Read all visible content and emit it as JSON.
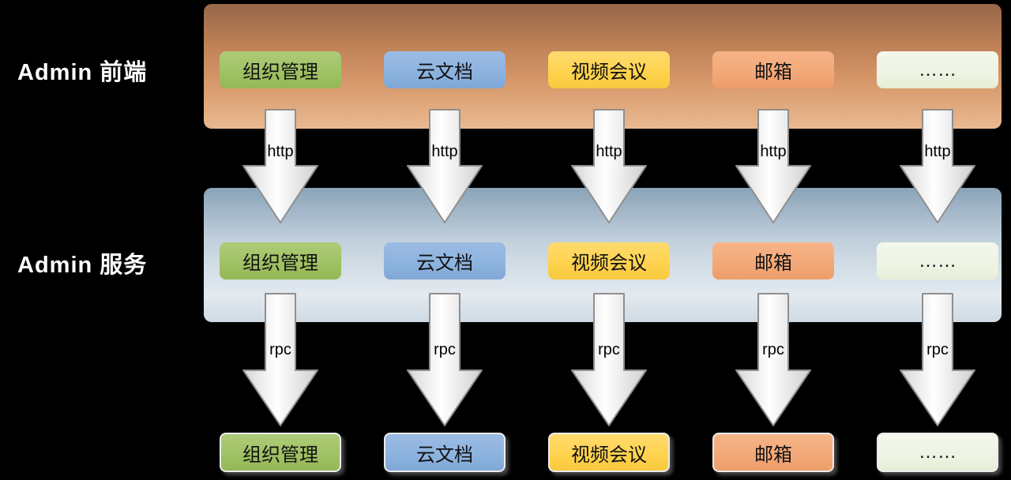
{
  "palette": {
    "background": "#000000",
    "frontend_band_top": "#96674a",
    "frontend_band_bottom": "#e9b991",
    "service_band_top": "#8aa3b8",
    "service_band_bottom": "#cfdae3",
    "box_green": "#9fc162",
    "box_blue": "#8cb2de",
    "box_yellow": "#ffd24d",
    "box_orange": "#f2a878",
    "box_pale": "#eef3e3",
    "arrow_fill": "#ffffff",
    "arrow_border": "#8f8f8f",
    "side_label_color": "#ffffff"
  },
  "rows": {
    "frontend": {
      "label": "Admin 前端",
      "boxes": [
        {
          "text": "组织管理",
          "color": "#9fc162"
        },
        {
          "text": "云文档",
          "color": "#8cb2de"
        },
        {
          "text": "视频会议",
          "color": "#ffd24d"
        },
        {
          "text": "邮箱",
          "color": "#f2a878"
        },
        {
          "text": "……",
          "color": "#eef3e3"
        }
      ]
    },
    "service": {
      "label": "Admin 服务",
      "boxes": [
        {
          "text": "组织管理",
          "color": "#9fc162"
        },
        {
          "text": "云文档",
          "color": "#8cb2de"
        },
        {
          "text": "视频会议",
          "color": "#ffd24d"
        },
        {
          "text": "邮箱",
          "color": "#f2a878"
        },
        {
          "text": "……",
          "color": "#eef3e3"
        }
      ]
    },
    "backend": {
      "boxes": [
        {
          "text": "组织管理",
          "color": "#9fc162"
        },
        {
          "text": "云文档",
          "color": "#8cb2de"
        },
        {
          "text": "视频会议",
          "color": "#ffd24d"
        },
        {
          "text": "邮箱",
          "color": "#f2a878"
        },
        {
          "text": "……",
          "color": "#eef3e3"
        }
      ]
    }
  },
  "arrows": {
    "http_label": "http",
    "rpc_label": "rpc"
  }
}
